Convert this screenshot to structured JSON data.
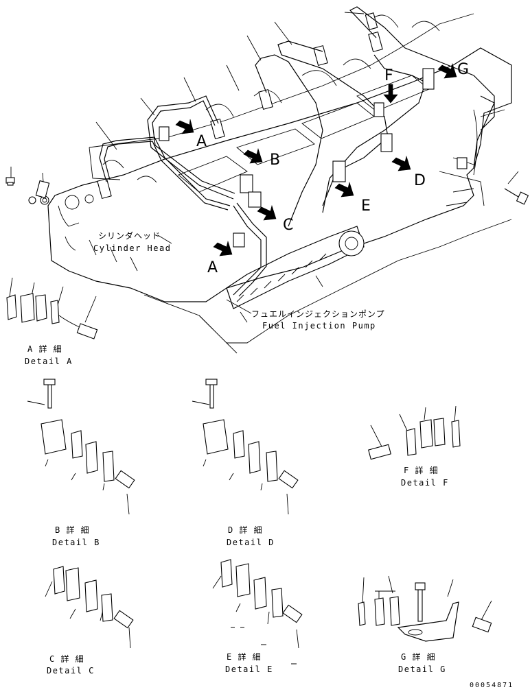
{
  "labels": {
    "cylinder_head_jp": "シリンダヘッド",
    "cylinder_head_en": "Cylinder Head",
    "fuel_pump_jp": "フュエルインジェクションポンプ",
    "fuel_pump_en": "Fuel Injection Pump"
  },
  "callout_letters": {
    "a_upper": "A",
    "a_lower": "A",
    "b": "B",
    "c": "C",
    "d": "D",
    "e": "E",
    "f": "F",
    "g": "G"
  },
  "details": {
    "a": {
      "jp": "A 詳 細",
      "en": "Detail A"
    },
    "b": {
      "jp": "B 詳 細",
      "en": "Detail B"
    },
    "c": {
      "jp": "C 詳 細",
      "en": "Detail C"
    },
    "d": {
      "jp": "D 詳 細",
      "en": "Detail D"
    },
    "e": {
      "jp": "E 詳 細",
      "en": "Detail E"
    },
    "f": {
      "jp": "F 詳 細",
      "en": "Detail F"
    },
    "g": {
      "jp": "G 詳 細",
      "en": "Detail G"
    }
  },
  "document_number": "00054871"
}
